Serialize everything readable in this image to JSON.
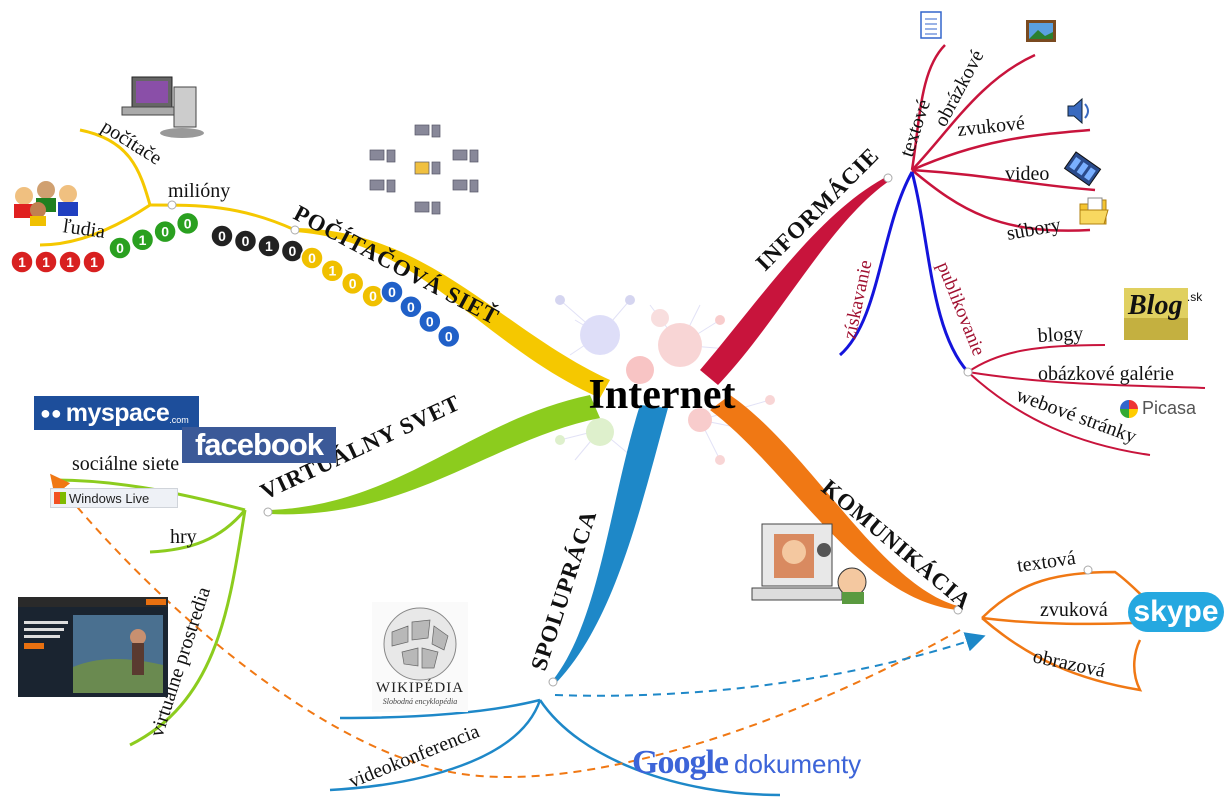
{
  "center": {
    "title": "Internet"
  },
  "branches": {
    "network": {
      "label": "POČÍTAČOVÁ SIEŤ",
      "color": "#f5c800",
      "children": [
        "počítače",
        "milióny",
        "ľudia"
      ],
      "binary": [
        "1111",
        "0100",
        "0010",
        "0100",
        "0000"
      ]
    },
    "information": {
      "label": "INFORMÁCIE",
      "color": "#c8143c",
      "children": [
        "textové",
        "obrázkové",
        "zvukové",
        "video",
        "súbory"
      ],
      "acquire": "získavanie",
      "publish": "publikovanie",
      "publish_items": [
        "blogy",
        "obázkové galérie",
        "webové stránky"
      ]
    },
    "virtual": {
      "label": "VIRTUÁLNY SVET",
      "color": "#8ccc1e",
      "children": [
        "sociálne siete",
        "hry",
        "virtuálne prostredia"
      ]
    },
    "cooperation": {
      "label": "SPOLUPRÁCA",
      "color": "#1e88c8",
      "children": [
        "videokonferencia"
      ]
    },
    "communication": {
      "label": "KOMUNIKÁCIA",
      "color": "#f07814",
      "children": [
        "textová",
        "zvuková",
        "obrazová"
      ]
    }
  },
  "logos": {
    "myspace": "myspace",
    "myspace_tm": ".com",
    "facebook": "facebook",
    "windows_live": "Windows Live",
    "wikipedia_title": "WIKIPÉDIA",
    "wikipedia_sub": "Slobodná encyklopédia",
    "google": "Google",
    "google_suffix": "dokumenty",
    "picasa": "Picasa",
    "skype": "skype",
    "blog": "Blog",
    "blog_sk": ".sk"
  },
  "icons": [
    "computer-icon",
    "people-icon",
    "document-icon",
    "picture-icon",
    "speaker-icon",
    "film-icon",
    "folder-icon",
    "webcam-icon",
    "network-icon"
  ]
}
